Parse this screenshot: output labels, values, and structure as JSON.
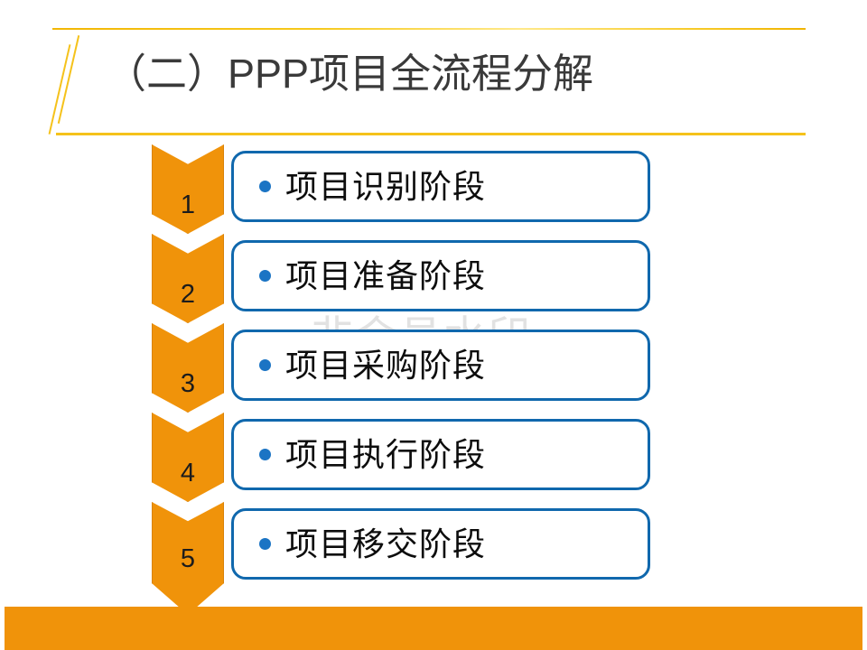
{
  "slide": {
    "title": "（二）PPP项目全流程分解",
    "watermark": "非会员水印",
    "colors": {
      "accent_orange": "#f0930a",
      "rule_gold": "#f5c21b",
      "box_border_blue": "#1068ad",
      "bullet_blue": "#1b74c4",
      "title_text": "#3a3a3a",
      "body_text": "#0d0d0d",
      "watermark_gray": "#e2e2e2",
      "background": "#ffffff"
    }
  },
  "process": {
    "steps": [
      {
        "number": "1",
        "label": "项目识别阶段"
      },
      {
        "number": "2",
        "label": "项目准备阶段"
      },
      {
        "number": "3",
        "label": "项目采购阶段"
      },
      {
        "number": "4",
        "label": "项目执行阶段"
      },
      {
        "number": "5",
        "label": "项目移交阶段"
      }
    ]
  }
}
